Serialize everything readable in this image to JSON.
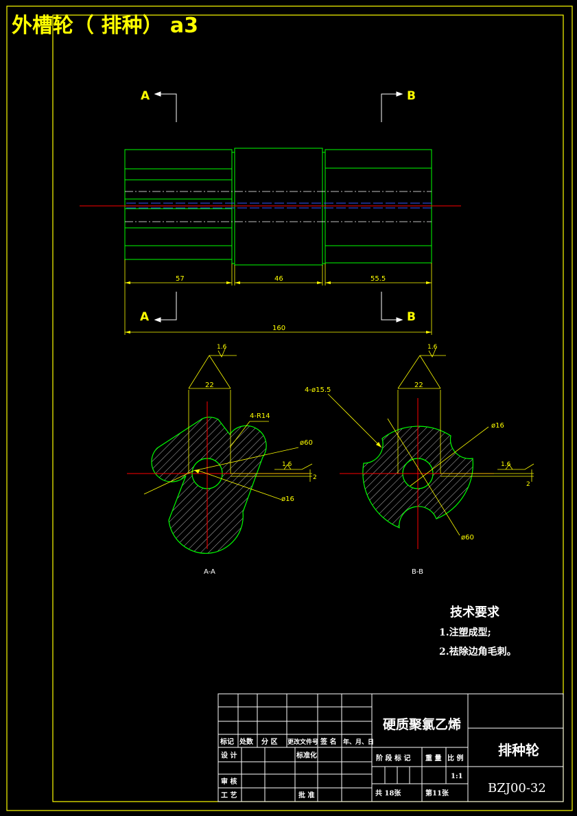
{
  "title": "外槽轮（  排种） a3",
  "section_labels": {
    "a_top": "A",
    "b_top": "B",
    "a_bottom": "A",
    "b_bottom": "B"
  },
  "dimensions": {
    "len1": "57",
    "len2": "46",
    "len3": "55.5",
    "total": "160",
    "width_a": "22",
    "width_b": "22",
    "rough_a_top": "1.6",
    "rough_b_top": "1.6",
    "rough_a_side": "1.6",
    "rough_b_side": "1.6",
    "side_a_small": "2",
    "side_b_small": "2",
    "a_radius": "4-R14",
    "a_dia_outer": "ø60",
    "a_dia_inner": "ø16",
    "b_holes": "4-ø15.5",
    "b_dia_inner": "ø16",
    "b_dia_outer": "ø60"
  },
  "view_labels": {
    "a": "A-A",
    "b": "B-B"
  },
  "tech": {
    "heading": "技术要求",
    "item1": "1.注塑成型;",
    "item2": "2.祛除边角毛刺。"
  },
  "titleblock": {
    "material": "硬质聚氯乙烯",
    "part_name": "排种轮",
    "drawing_no": "BZJ00-32",
    "h_mark": "标记",
    "h_count": "处数",
    "h_zone": "分 区",
    "h_doc": "更改文件号",
    "h_sign": "签 名",
    "h_date": "年、月、日",
    "design": "设 计",
    "standard": "标准化",
    "stage": "阶 段 标 记",
    "weight": "重 量",
    "scale_h": "比 例",
    "check": "审 核",
    "process": "工 艺",
    "approve": "批 准",
    "scale": "1:1",
    "total_sheets": "共  18张",
    "sheet_no": "第11张"
  }
}
